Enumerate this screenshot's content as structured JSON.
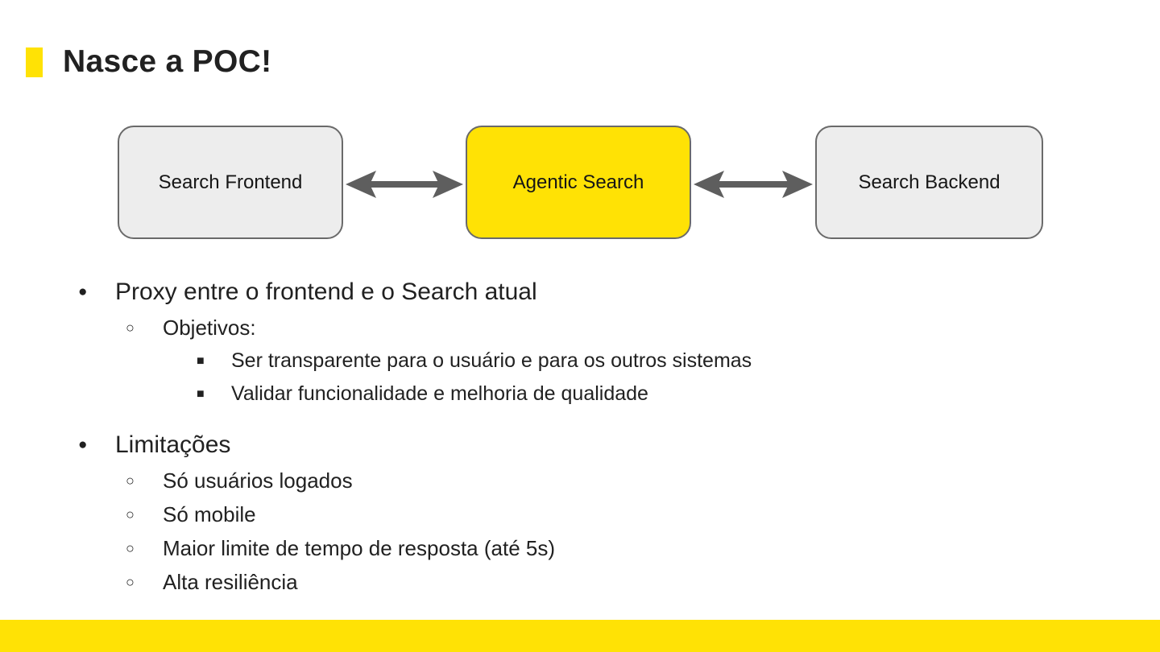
{
  "slide": {
    "title": "Nasce a POC!",
    "colors": {
      "accent_yellow": "#FFE205",
      "node_gray_fill": "#EDEDED",
      "node_border": "#6A6A6A",
      "arrow_gray": "#5E5E5E",
      "text_dark": "#212121"
    },
    "diagram": {
      "nodes": [
        {
          "label": "Search Frontend"
        },
        {
          "label": "Agentic Search"
        },
        {
          "label": "Search Backend"
        }
      ]
    },
    "bullets": [
      {
        "level": 1,
        "marker": "disc",
        "text": "Proxy entre o frontend e o Search atual"
      },
      {
        "level": 2,
        "marker": "circle",
        "text": "Objetivos:"
      },
      {
        "level": 3,
        "marker": "square",
        "text": "Ser transparente para o usuário e para os outros sistemas"
      },
      {
        "level": 3,
        "marker": "square",
        "text": "Validar funcionalidade e melhoria de qualidade"
      },
      {
        "level": 1,
        "marker": "disc",
        "text": "Limitações",
        "group_start": true
      },
      {
        "level": 2,
        "marker": "circle",
        "text": "Só usuários logados"
      },
      {
        "level": 2,
        "marker": "circle",
        "text": "Só mobile"
      },
      {
        "level": 2,
        "marker": "circle",
        "text": "Maior limite de tempo de resposta (até 5s)"
      },
      {
        "level": 2,
        "marker": "circle",
        "text": "Alta resiliência"
      }
    ]
  }
}
